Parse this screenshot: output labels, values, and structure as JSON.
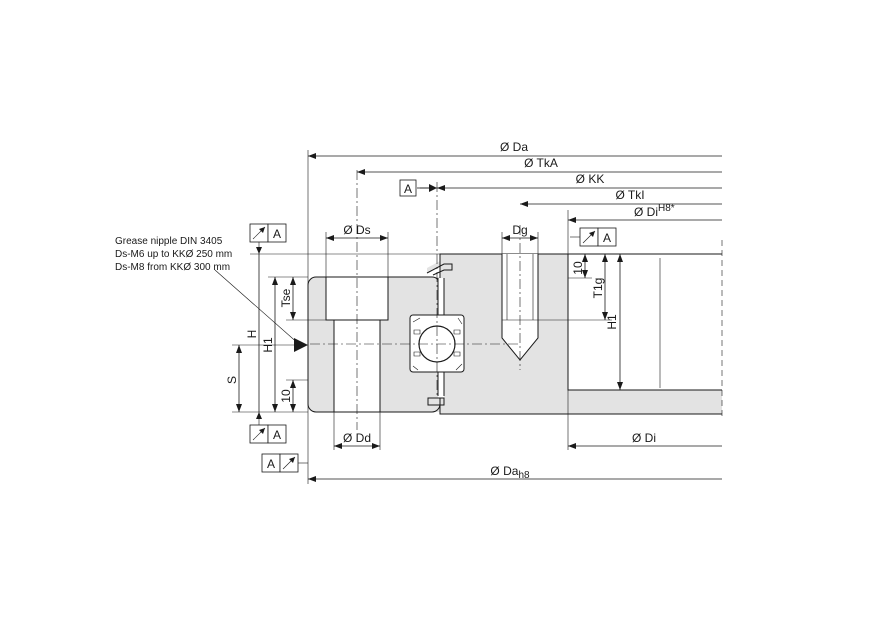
{
  "dimensions": {
    "d_a": "Ø Da",
    "tk_a": "Ø TkA",
    "kk": "Ø KK",
    "tk_i": "Ø TkI",
    "d_i_tol_prefix": "Ø Di",
    "d_i_tol_sup": "H8*",
    "d_s": "Ø Ds",
    "d_g": "Dg",
    "d_d": "Ø Dd",
    "d_i": "Ø Di",
    "d_a_h8_prefix": "Ø Da",
    "d_a_h8_sub": "h8",
    "h": "H",
    "h1_left": "H1",
    "h1_right": "H1",
    "s": "S",
    "tse": "Tse",
    "ten_left": "10",
    "ten_right": "10",
    "t1g": "T1g"
  },
  "datum": {
    "letter": "A"
  },
  "note": {
    "line1": "Grease nipple DIN 3405",
    "line2": "Ds-M6 up to KKØ 250 mm",
    "line3": "Ds-M8 from KKØ 300 mm"
  },
  "colors": {
    "body_fill": "#e3e3e3",
    "line": "#1a1a1a"
  }
}
